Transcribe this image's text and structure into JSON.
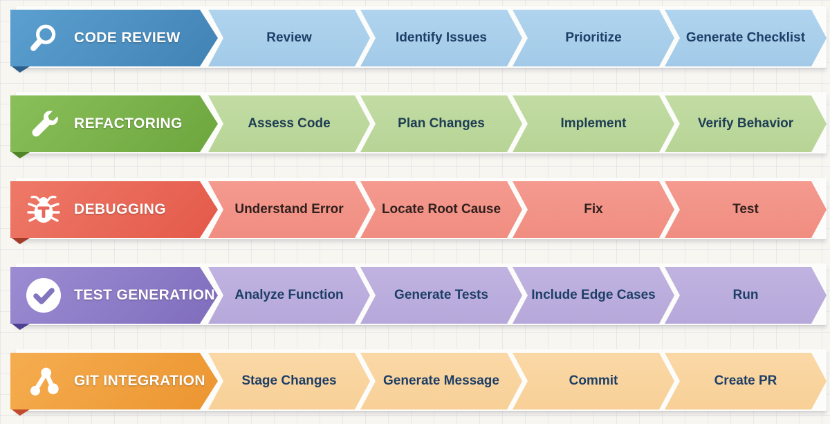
{
  "rows": [
    {
      "label": "CODE REVIEW",
      "icon": "magnifier-icon",
      "steps": [
        "Review",
        "Identify Issues",
        "Prioritize",
        "Generate Checklist"
      ],
      "colors": {
        "header_light": "#5ba0d0",
        "header_dark": "#4182b4",
        "steps_bg": "#a8cfea",
        "step_text": "#1d3e66",
        "fold": "#2d5f8d"
      }
    },
    {
      "label": "REFACTORING",
      "icon": "wrench-icon",
      "steps": [
        "Assess Code",
        "Plan Changes",
        "Implement",
        "Verify Behavior"
      ],
      "colors": {
        "header_light": "#8abf5a",
        "header_dark": "#6ca63d",
        "steps_bg": "#bcd89c",
        "step_text": "#1e3d53",
        "fold": "#4f8527"
      }
    },
    {
      "label": "DEBUGGING",
      "icon": "bug-icon",
      "steps": [
        "Understand Error",
        "Locate Root Cause",
        "Fix",
        "Test"
      ],
      "colors": {
        "header_light": "#ee7968",
        "header_dark": "#e45949",
        "steps_bg": "#f3948a",
        "step_text": "#30201d",
        "fold": "#a33b2b"
      }
    },
    {
      "label": "TEST GENERATION",
      "icon": "check-circle-icon",
      "steps": [
        "Analyze Function",
        "Generate Tests",
        "Include Edge Cases",
        "Run"
      ],
      "colors": {
        "header_light": "#9c8cd2",
        "header_dark": "#7f6dbd",
        "steps_bg": "#bbaede",
        "step_text": "#1d3e66",
        "fold": "#4c4190"
      }
    },
    {
      "label": "GIT INTEGRATION",
      "icon": "git-branch-icon",
      "steps": [
        "Stage Changes",
        "Generate Message",
        "Commit",
        "Create PR"
      ],
      "colors": {
        "header_light": "#f5ad50",
        "header_dark": "#ec9530",
        "steps_bg": "#f9d59f",
        "step_text": "#1d3e66",
        "fold": "#c14b2e"
      }
    }
  ]
}
